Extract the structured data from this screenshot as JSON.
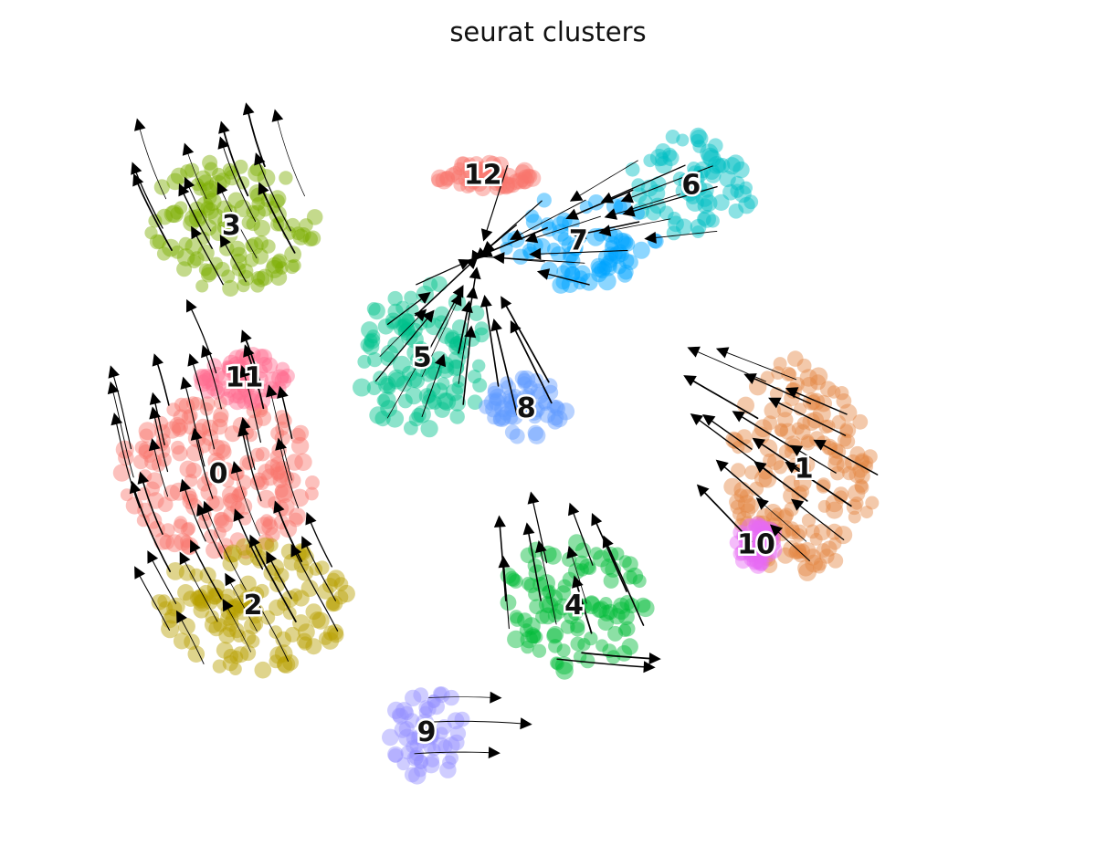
{
  "chart_data": {
    "type": "scatter",
    "title": "seurat clusters",
    "xlabel": "",
    "ylabel": "",
    "grid": false,
    "axes_visible": false,
    "legend": "on data",
    "overlay": "velocity streamlines with arrowheads",
    "clusters": [
      {
        "label": "0",
        "color": "#F8766D",
        "center": [
          -7.6,
          1.9
        ],
        "spread": [
          2.3,
          1.6
        ]
      },
      {
        "label": "1",
        "color": "#E58744",
        "center": [
          5.9,
          2.0
        ],
        "spread": [
          1.7,
          2.2
        ]
      },
      {
        "label": "2",
        "color": "#B79F00",
        "center": [
          -6.8,
          -0.7
        ],
        "spread": [
          2.2,
          1.3
        ]
      },
      {
        "label": "3",
        "color": "#7CAE00",
        "center": [
          -7.3,
          6.8
        ],
        "spread": [
          2.0,
          1.3
        ]
      },
      {
        "label": "4",
        "color": "#00BA38",
        "center": [
          0.6,
          -0.7
        ],
        "spread": [
          1.7,
          1.3
        ]
      },
      {
        "label": "5",
        "color": "#00C08B",
        "center": [
          -2.9,
          4.2
        ],
        "spread": [
          1.6,
          1.5
        ]
      },
      {
        "label": "6",
        "color": "#00BFC4",
        "center": [
          3.3,
          7.6
        ],
        "spread": [
          1.5,
          1.0
        ]
      },
      {
        "label": "7",
        "color": "#00A5FF",
        "center": [
          0.7,
          6.5
        ],
        "spread": [
          1.8,
          0.9
        ]
      },
      {
        "label": "8",
        "color": "#619CFF",
        "center": [
          -0.5,
          3.2
        ],
        "spread": [
          1.0,
          0.6
        ]
      },
      {
        "label": "9",
        "color": "#9590FF",
        "center": [
          -2.8,
          -3.2
        ],
        "spread": [
          0.9,
          0.9
        ]
      },
      {
        "label": "10",
        "color": "#E76BF3",
        "center": [
          4.8,
          0.5
        ],
        "spread": [
          0.5,
          0.4
        ]
      },
      {
        "label": "11",
        "color": "#FF6C91",
        "center": [
          -7.0,
          3.8
        ],
        "spread": [
          1.0,
          0.5
        ]
      },
      {
        "label": "12",
        "color": "#F8766D",
        "center": [
          -1.5,
          7.8
        ],
        "spread": [
          1.2,
          0.25
        ]
      }
    ]
  }
}
